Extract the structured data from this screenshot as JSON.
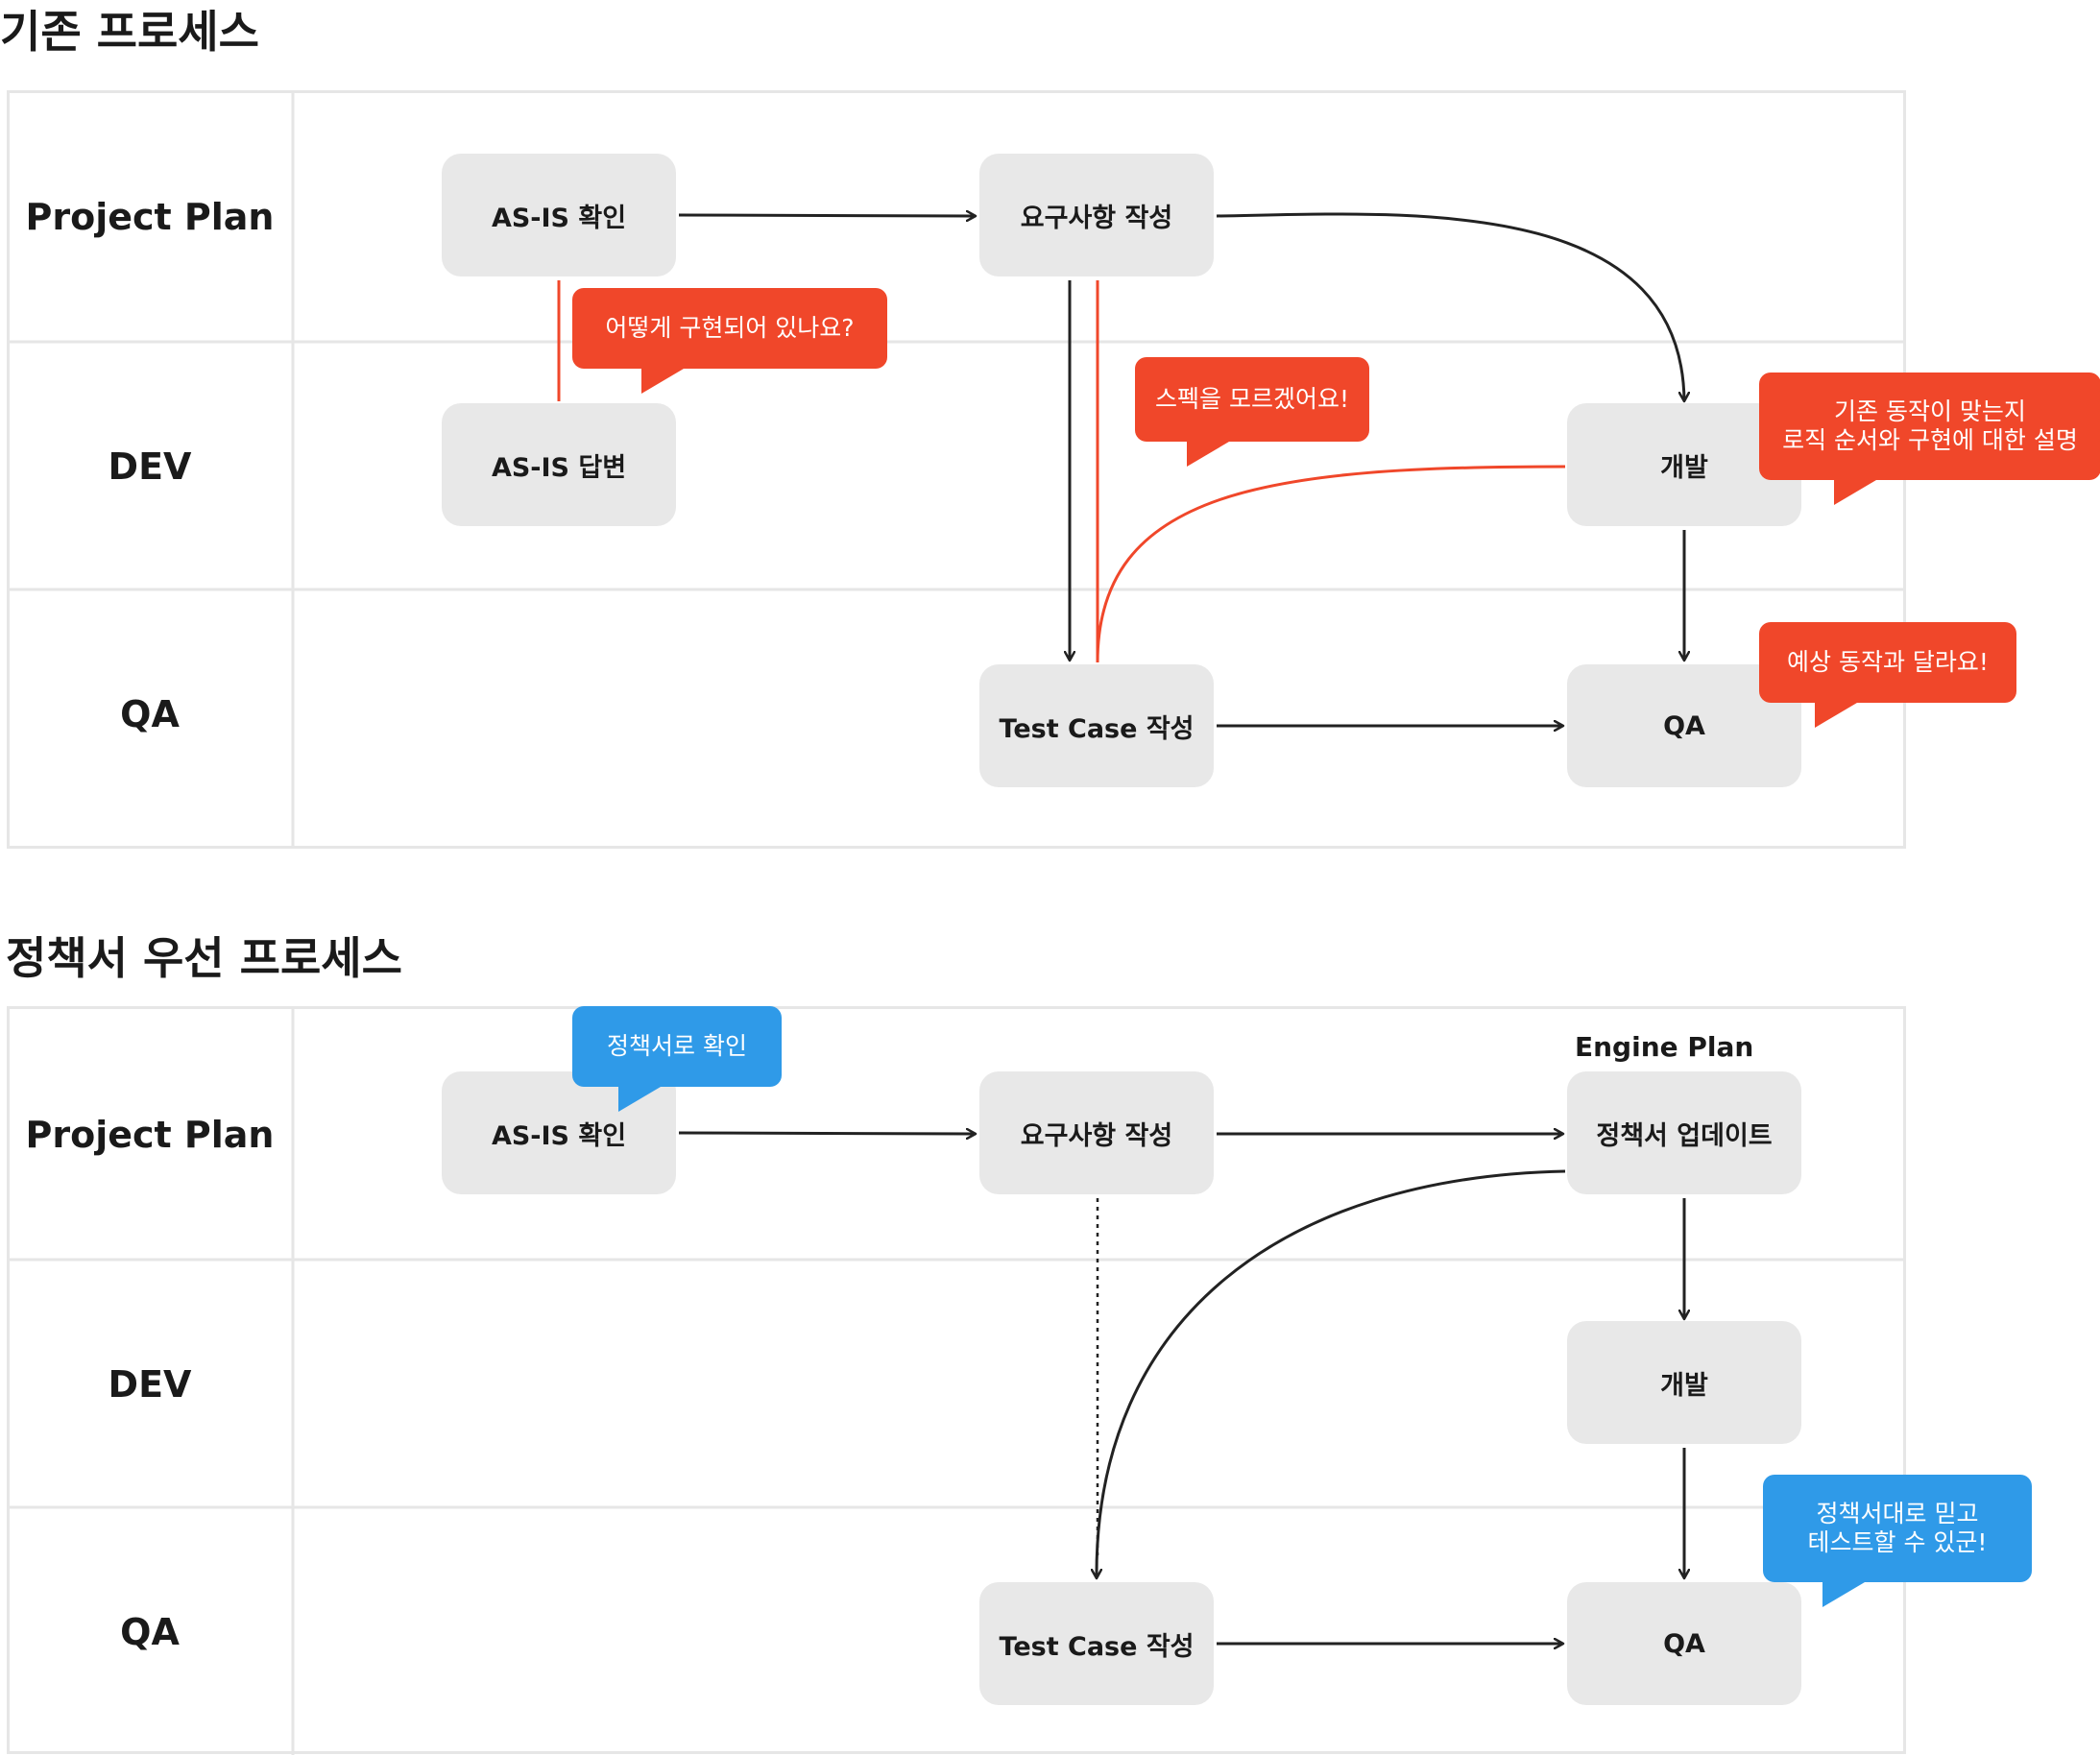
{
  "section1": {
    "title": "기존 프로세스",
    "lanes": [
      "Project Plan",
      "DEV",
      "QA"
    ],
    "nodes": {
      "asis_check": "AS-IS 확인",
      "requirements": "요구사항 작성",
      "asis_answer": "AS-IS 답변",
      "dev": "개발",
      "testcase": "Test Case 작성",
      "qa": "QA"
    },
    "bubbles": {
      "how_implemented": "어떻게 구현되어 있나요?",
      "spec_unknown": "스펙을 모르겠어요!",
      "existing_logic": [
        "기존 동작이 맞는지",
        "로직 순서와 구현에 대한 설명"
      ],
      "expected_differs": "예상 동작과 달라요!"
    },
    "colors": {
      "bubble": "#f0472a",
      "wire_alert": "#f0472a",
      "wire": "#222222"
    }
  },
  "section2": {
    "title": "정책서 우선 프로세스",
    "lanes": [
      "Project Plan",
      "DEV",
      "QA"
    ],
    "group_label": "Engine Plan",
    "nodes": {
      "asis_check": "AS-IS 확인",
      "requirements": "요구사항 작성",
      "policy_update": "정책서 업데이트",
      "dev": "개발",
      "testcase": "Test Case 작성",
      "qa": "QA"
    },
    "bubbles": {
      "policy_check": "정책서로 확인",
      "trust_policy": [
        "정책서대로 믿고",
        "테스트할 수 있군!"
      ]
    },
    "colors": {
      "bubble": "#2f9ae8",
      "wire": "#222222"
    }
  }
}
